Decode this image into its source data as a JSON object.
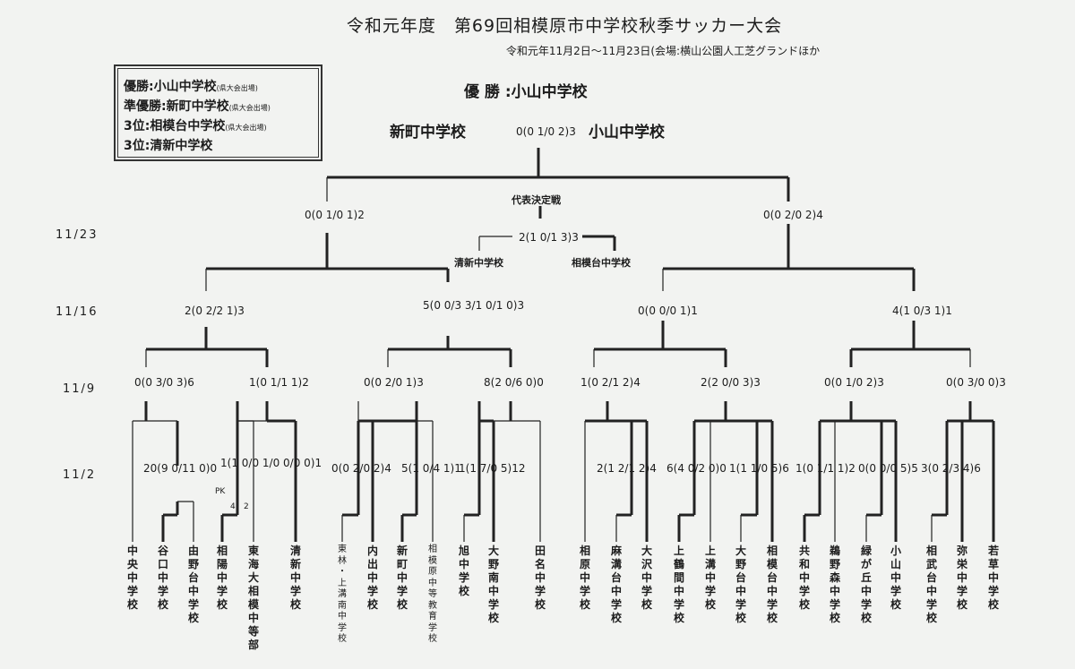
{
  "title": "令和元年度　第69回相模原市中学校秋季サッカー大会",
  "subtitle": "令和元年11月2日～11月23日(会場:横山公園人工芝グランドほか",
  "results": [
    {
      "label": "優勝:小山中学校",
      "note": "(県大会出場)"
    },
    {
      "label": "準優勝:新町中学校",
      "note": "(県大会出場)"
    },
    {
      "label": "3位:相模台中学校",
      "note": "(県大会出場)"
    },
    {
      "label": "3位:清新中学校",
      "note": ""
    }
  ],
  "champion_line": "優 勝 :小山中学校",
  "final": {
    "left": "新町中学校",
    "right": "小山中学校",
    "score": "0(0 1/0 2)3"
  },
  "third_place_title": "代表決定戦",
  "third_place": {
    "left": "清新中学校",
    "right": "相模台中学校",
    "score": "2(1 0/1 3)3"
  },
  "dates": [
    "11/23",
    "11/16",
    "11/9",
    "11/2"
  ],
  "pk_label": "PK",
  "pk_scores": [
    "4",
    "2"
  ],
  "schools": [
    {
      "name": "中央中学校",
      "note": ""
    },
    {
      "name": "谷口中学校",
      "note": ""
    },
    {
      "name": "由野台中学校",
      "note": ""
    },
    {
      "name": "相陽中学校",
      "note": ""
    },
    {
      "name": "東海大相模中等部",
      "note": ""
    },
    {
      "name": "清新中学校",
      "note": ""
    },
    {
      "name": "東林・上溝南中学校",
      "note": "small"
    },
    {
      "name": "内出中学校",
      "note": ""
    },
    {
      "name": "新町中学校",
      "note": ""
    },
    {
      "name": "相模原中等教育学校",
      "note": "small"
    },
    {
      "name": "旭中学校",
      "note": ""
    },
    {
      "name": "大野南中学校",
      "note": ""
    },
    {
      "name": "田名中学校",
      "note": ""
    },
    {
      "name": "相原中学校",
      "note": ""
    },
    {
      "name": "麻溝台中学校",
      "note": ""
    },
    {
      "name": "大沢中学校",
      "note": ""
    },
    {
      "name": "上鶴間中学校",
      "note": ""
    },
    {
      "name": "上溝中学校",
      "note": ""
    },
    {
      "name": "大野台中学校",
      "note": ""
    },
    {
      "name": "相模台中学校",
      "note": ""
    },
    {
      "name": "共和中学校",
      "note": ""
    },
    {
      "name": "鵜野森中学校",
      "note": ""
    },
    {
      "name": "緑が丘中学校",
      "note": ""
    },
    {
      "name": "小山中学校",
      "note": ""
    },
    {
      "name": "相武台中学校",
      "note": ""
    },
    {
      "name": "弥栄中学校",
      "note": ""
    },
    {
      "name": "若草中学校",
      "note": ""
    }
  ],
  "scores": {
    "r1": [
      "20(9 0/11 0)0",
      "1(1 0/0 1/0 0/0 0)1",
      "0(0 2/0 2)4",
      "5(1 0/4 1)1",
      "1(1 7/0 5)12",
      "2(1 2/1 2)4",
      "6(4 0/2 0)0",
      "1(1 1/0 5)6",
      "1(0 1/1 1)2",
      "0(0 0/0 5)5",
      "3(0 2/3 4)6"
    ],
    "r2": [
      "0(0 3/0 3)6",
      "1(0 1/1 1)2",
      "0(0 2/0 1)3",
      "8(2 0/6 0)0",
      "1(0 2/1 2)4",
      "2(2 0/0 3)3",
      "0(0 1/0 2)3",
      "0(0 3/0 0)3"
    ],
    "r3": [
      "2(0 2/2 1)3",
      "5(0 0/3 3/1 0/1 0)3",
      "0(0 0/0 1)1",
      "4(1 0/3 1)1"
    ],
    "r4": [
      "0(0 1/0 1)2",
      "0(0 2/0 2)4"
    ]
  }
}
